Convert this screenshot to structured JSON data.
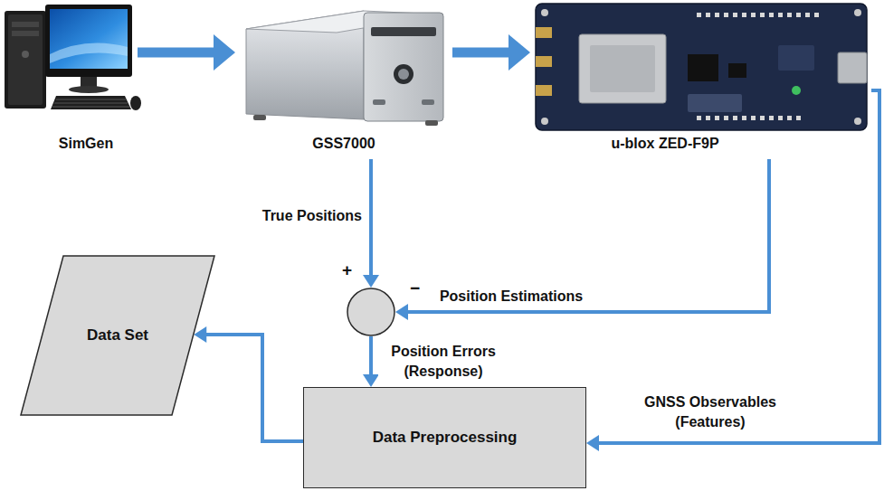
{
  "diagram": {
    "nodes": [
      {
        "text": [
          "SimGen"
        ]
      },
      {
        "text": [
          "GSS7000"
        ]
      },
      {
        "text": [
          "u-blox ZED-F9P"
        ]
      },
      {
        "text": [
          "+",
          "−"
        ]
      },
      {
        "text": [
          "Data Set"
        ]
      },
      {
        "text": [
          "Data Preprocessing"
        ]
      }
    ],
    "edges": [
      {
        "from": 0,
        "to": 1,
        "arrow": "to"
      },
      {
        "from": 1,
        "to": 2,
        "arrow": "to"
      },
      {
        "from": 1,
        "to": 3,
        "label": "True Positions",
        "arrow": "to"
      },
      {
        "from": 2,
        "to": 3,
        "label": "Position Estimations",
        "arrow": "to"
      },
      {
        "from": 3,
        "to": 5,
        "label": "Position Errors (Response)",
        "arrow": "to"
      },
      {
        "from": 2,
        "to": 5,
        "label": "GNSS Observables (Features)",
        "arrow": "to"
      },
      {
        "from": 5,
        "to": 4,
        "arrow": "to"
      }
    ]
  }
}
